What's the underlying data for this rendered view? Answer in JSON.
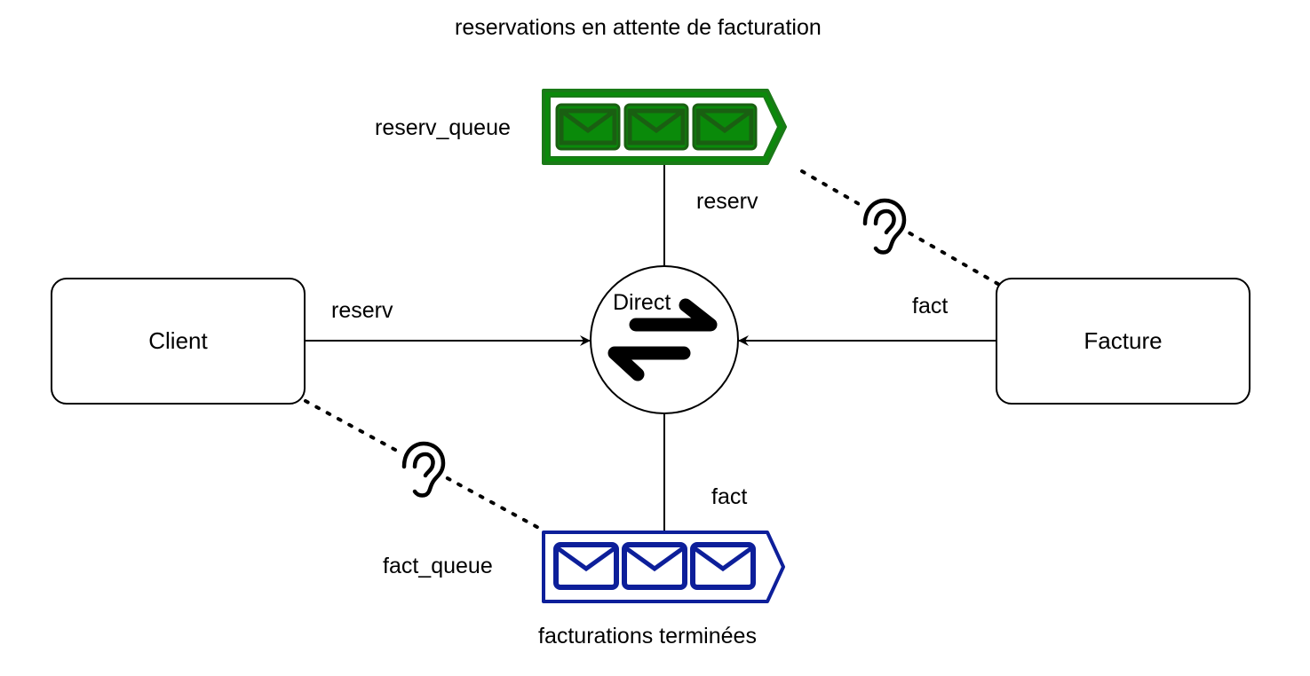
{
  "title": "reservations en attente de facturation",
  "footer": "facturations terminées",
  "nodes": {
    "client": {
      "label": "Client"
    },
    "facture": {
      "label": "Facture"
    },
    "exchange": {
      "label": "Direct",
      "type": "direct-exchange",
      "icon": "swap-arrows-icon"
    }
  },
  "queues": {
    "reserv": {
      "name": "reserv_queue",
      "color": "#1a7a17",
      "fill": "#0a8a0a",
      "messages": 3
    },
    "fact": {
      "name": "fact_queue",
      "color": "#0d1f9a",
      "fill": "#ffffff",
      "messages": 3
    }
  },
  "edges": {
    "client_to_exchange": "reserv",
    "facture_to_exchange": "fact",
    "exchange_to_reserv_queue": "reserv",
    "exchange_to_fact_queue": "fact"
  },
  "listeners": {
    "icon": "ear-icon"
  }
}
